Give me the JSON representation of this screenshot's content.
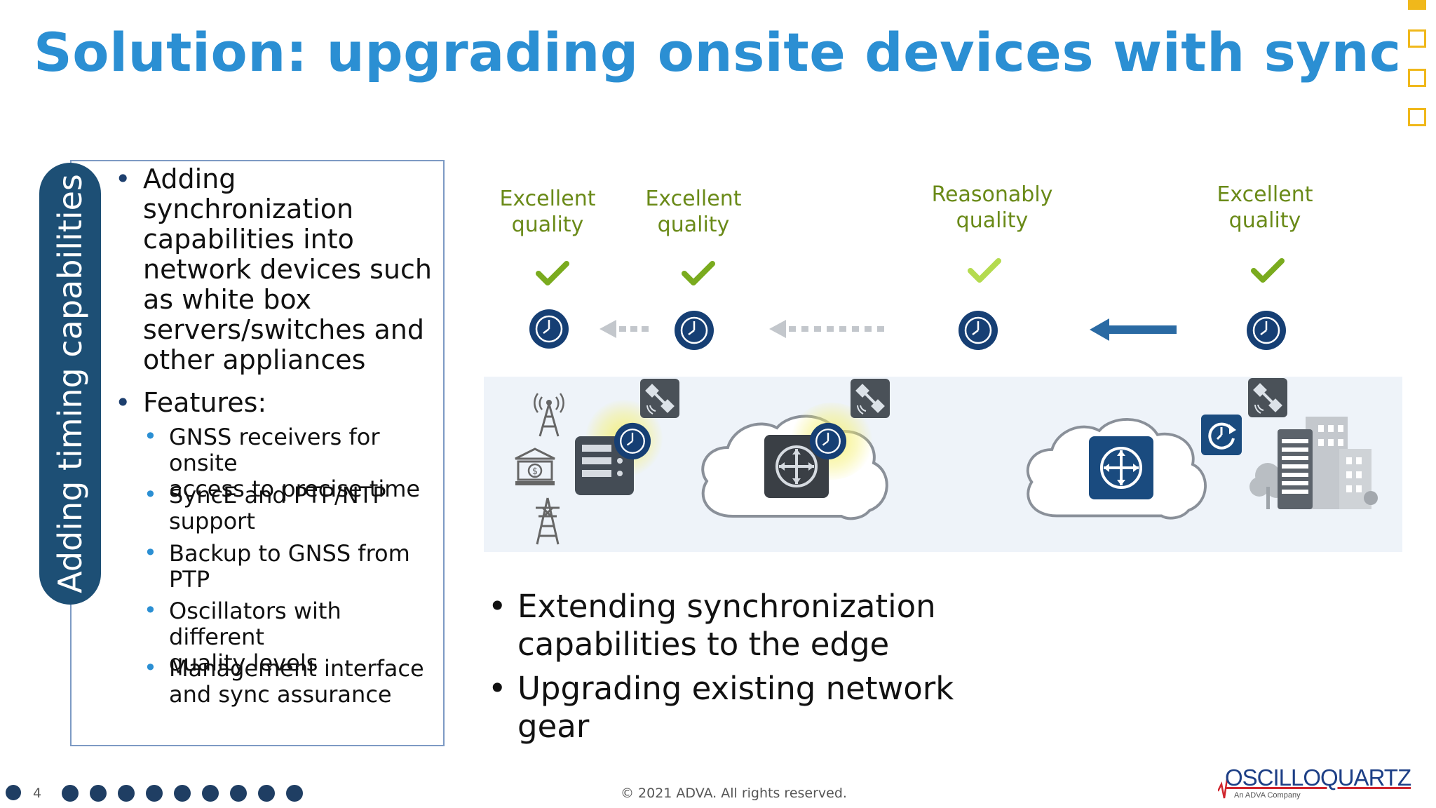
{
  "slide": {
    "title": "Solution: upgrading onsite devices with sync",
    "side_tab": "Adding timing capabilities",
    "left_bullets": {
      "b1": "Adding synchronization capabilities into network devices such as white box servers/switches and other appliances",
      "b1_lines": [
        "Adding synchronization",
        "capabilities into",
        "network devices such",
        "as white box",
        "servers/switches and",
        "other appliances"
      ],
      "b2": "Features:",
      "features": [
        [
          "GNSS receivers for onsite",
          "access to precise time"
        ],
        [
          "SyncE and PTP/NTP",
          "support"
        ],
        [
          "Backup to GNSS from",
          "PTP"
        ],
        [
          "Oscillators with different",
          "quality levels"
        ],
        [
          "Management interface",
          "and sync assurance"
        ]
      ]
    },
    "quality_labels": [
      [
        "Excellent",
        "quality"
      ],
      [
        "Excellent",
        "quality"
      ],
      [
        "Reasonably",
        "quality"
      ],
      [
        "Excellent",
        "quality"
      ]
    ],
    "bottom_bullets": [
      [
        "Extending synchronization",
        "capabilities to the edge"
      ],
      [
        "Upgrading existing network",
        "gear"
      ]
    ],
    "footer": {
      "page_number": "4",
      "copyright": "© 2021 ADVA. All rights reserved.",
      "logo_text": "OSCILLOQUARTZ",
      "logo_sub": "An ADVA Company"
    }
  },
  "colors": {
    "title": "#2b8fd3",
    "tab": "#1d4f75",
    "quality_text": "#6a8a18",
    "check_dark": "#7aab1e",
    "check_light": "#b4db4f",
    "clock": "#163f74",
    "accent_square": "#f0b81b",
    "band": "#eef3f9",
    "router": "#1a4b7f"
  },
  "icons": [
    "check-icon",
    "clock-icon",
    "arrow-left-icon",
    "satellite-icon",
    "antenna-tower-icon",
    "bank-icon",
    "power-pylon-icon",
    "server-icon",
    "router-icon",
    "cloud-icon",
    "building-icon",
    "sync-clock-icon"
  ]
}
